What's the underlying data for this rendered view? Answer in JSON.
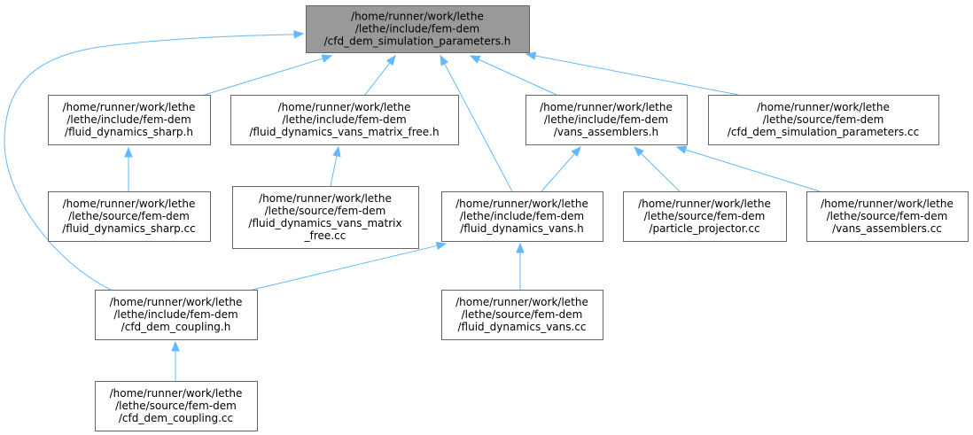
{
  "diagram": {
    "nodes": [
      {
        "id": "cfd_dem_simulation_parameters_h",
        "lines": [
          "/home/runner/work/lethe",
          "/lethe/include/fem-dem",
          "/cfd_dem_simulation_parameters.h"
        ],
        "root": true
      },
      {
        "id": "fluid_dynamics_sharp_h",
        "lines": [
          "/home/runner/work/lethe",
          "/lethe/include/fem-dem",
          "/fluid_dynamics_sharp.h"
        ]
      },
      {
        "id": "fluid_dynamics_vans_matrix_free_h",
        "lines": [
          "/home/runner/work/lethe",
          "/lethe/include/fem-dem",
          "/fluid_dynamics_vans_matrix_free.h"
        ]
      },
      {
        "id": "vans_assemblers_h",
        "lines": [
          "/home/runner/work/lethe",
          "/lethe/include/fem-dem",
          "/vans_assemblers.h"
        ]
      },
      {
        "id": "cfd_dem_simulation_parameters_cc",
        "lines": [
          "/home/runner/work/lethe",
          "/lethe/source/fem-dem",
          "/cfd_dem_simulation_parameters.cc"
        ]
      },
      {
        "id": "fluid_dynamics_sharp_cc",
        "lines": [
          "/home/runner/work/lethe",
          "/lethe/source/fem-dem",
          "/fluid_dynamics_sharp.cc"
        ]
      },
      {
        "id": "fluid_dynamics_vans_matrix_free_cc",
        "lines": [
          "/home/runner/work/lethe",
          "/lethe/source/fem-dem",
          "/fluid_dynamics_vans_matrix",
          "_free.cc"
        ]
      },
      {
        "id": "fluid_dynamics_vans_h",
        "lines": [
          "/home/runner/work/lethe",
          "/lethe/include/fem-dem",
          "/fluid_dynamics_vans.h"
        ]
      },
      {
        "id": "particle_projector_cc",
        "lines": [
          "/home/runner/work/lethe",
          "/lethe/source/fem-dem",
          "/particle_projector.cc"
        ]
      },
      {
        "id": "vans_assemblers_cc",
        "lines": [
          "/home/runner/work/lethe",
          "/lethe/source/fem-dem",
          "/vans_assemblers.cc"
        ]
      },
      {
        "id": "cfd_dem_coupling_h",
        "lines": [
          "/home/runner/work/lethe",
          "/lethe/include/fem-dem",
          "/cfd_dem_coupling.h"
        ]
      },
      {
        "id": "fluid_dynamics_vans_cc",
        "lines": [
          "/home/runner/work/lethe",
          "/lethe/source/fem-dem",
          "/fluid_dynamics_vans.cc"
        ]
      },
      {
        "id": "cfd_dem_coupling_cc",
        "lines": [
          "/home/runner/work/lethe",
          "/lethe/source/fem-dem",
          "/cfd_dem_coupling.cc"
        ]
      }
    ],
    "edges": [
      {
        "from": "fluid_dynamics_sharp_h",
        "to": "cfd_dem_simulation_parameters_h"
      },
      {
        "from": "fluid_dynamics_vans_matrix_free_h",
        "to": "cfd_dem_simulation_parameters_h"
      },
      {
        "from": "vans_assemblers_h",
        "to": "cfd_dem_simulation_parameters_h"
      },
      {
        "from": "cfd_dem_simulation_parameters_cc",
        "to": "cfd_dem_simulation_parameters_h"
      },
      {
        "from": "fluid_dynamics_vans_h",
        "to": "cfd_dem_simulation_parameters_h"
      },
      {
        "from": "cfd_dem_coupling_h",
        "to": "cfd_dem_simulation_parameters_h"
      },
      {
        "from": "fluid_dynamics_sharp_cc",
        "to": "fluid_dynamics_sharp_h"
      },
      {
        "from": "fluid_dynamics_vans_matrix_free_cc",
        "to": "fluid_dynamics_vans_matrix_free_h"
      },
      {
        "from": "fluid_dynamics_vans_h",
        "to": "vans_assemblers_h"
      },
      {
        "from": "particle_projector_cc",
        "to": "vans_assemblers_h"
      },
      {
        "from": "vans_assemblers_cc",
        "to": "vans_assemblers_h"
      },
      {
        "from": "cfd_dem_coupling_h",
        "to": "fluid_dynamics_vans_h"
      },
      {
        "from": "fluid_dynamics_vans_cc",
        "to": "fluid_dynamics_vans_h"
      },
      {
        "from": "cfd_dem_coupling_cc",
        "to": "cfd_dem_coupling_h"
      }
    ],
    "colors": {
      "edge": "#63b8ff",
      "node_border": "#666666",
      "root_fill": "#999999",
      "node_fill": "#ffffff",
      "text": "#000000"
    }
  }
}
